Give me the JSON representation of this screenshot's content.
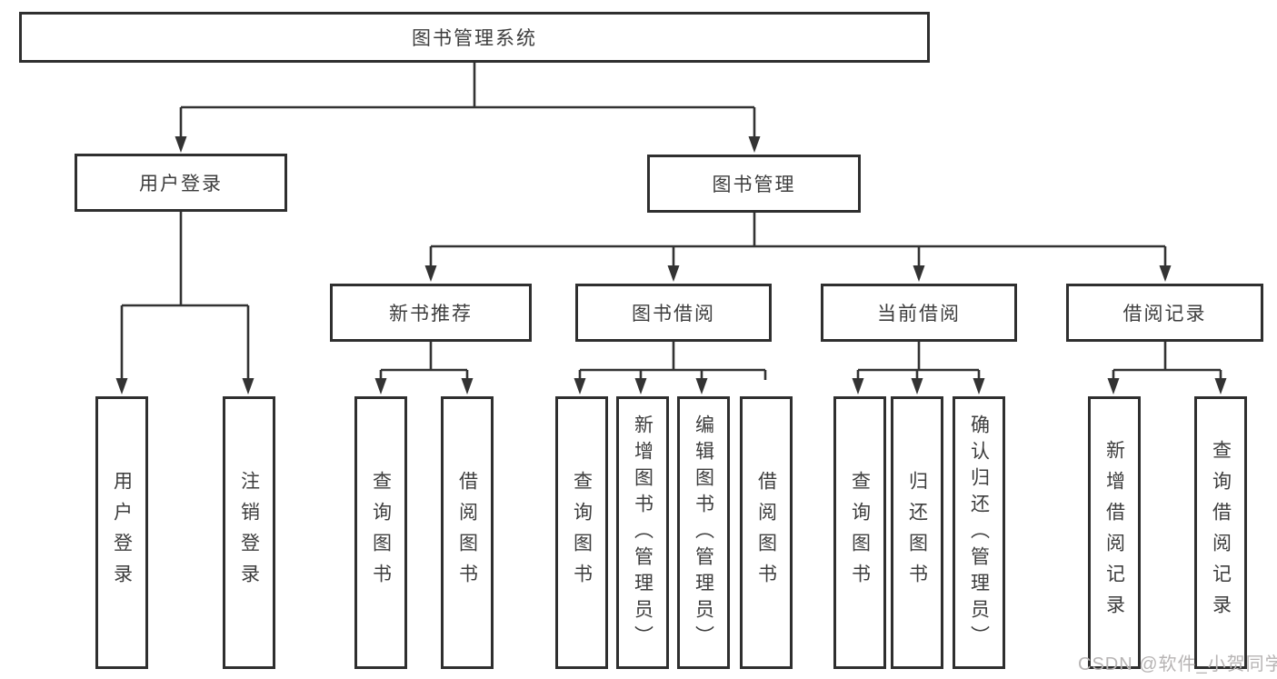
{
  "watermark": "CSDN @软件_小贺同学",
  "colors": {
    "line": "#333333",
    "box_border": "#2f2f2f",
    "text": "#3d3d3d",
    "background": "#ffffff",
    "watermark": "#b7b4b4"
  },
  "tree": {
    "root": {
      "label": "图书管理系统",
      "children": [
        {
          "label": "用户登录",
          "children": [
            {
              "label": "用户登录"
            },
            {
              "label": "注销登录"
            }
          ]
        },
        {
          "label": "图书管理",
          "children": [
            {
              "label": "新书推荐",
              "children": [
                {
                  "label": "查询图书"
                },
                {
                  "label": "借阅图书"
                }
              ]
            },
            {
              "label": "图书借阅",
              "children": [
                {
                  "label": "查询图书"
                },
                {
                  "label": "新增图书（管理员）"
                },
                {
                  "label": "编辑图书（管理员）"
                },
                {
                  "label": "借阅图书"
                }
              ]
            },
            {
              "label": "当前借阅",
              "children": [
                {
                  "label": "查询图书"
                },
                {
                  "label": "归还图书"
                },
                {
                  "label": "确认归还（管理员）"
                }
              ]
            },
            {
              "label": "借阅记录",
              "children": [
                {
                  "label": "新增借阅记录"
                },
                {
                  "label": "查询借阅记录"
                }
              ]
            }
          ]
        }
      ]
    }
  }
}
